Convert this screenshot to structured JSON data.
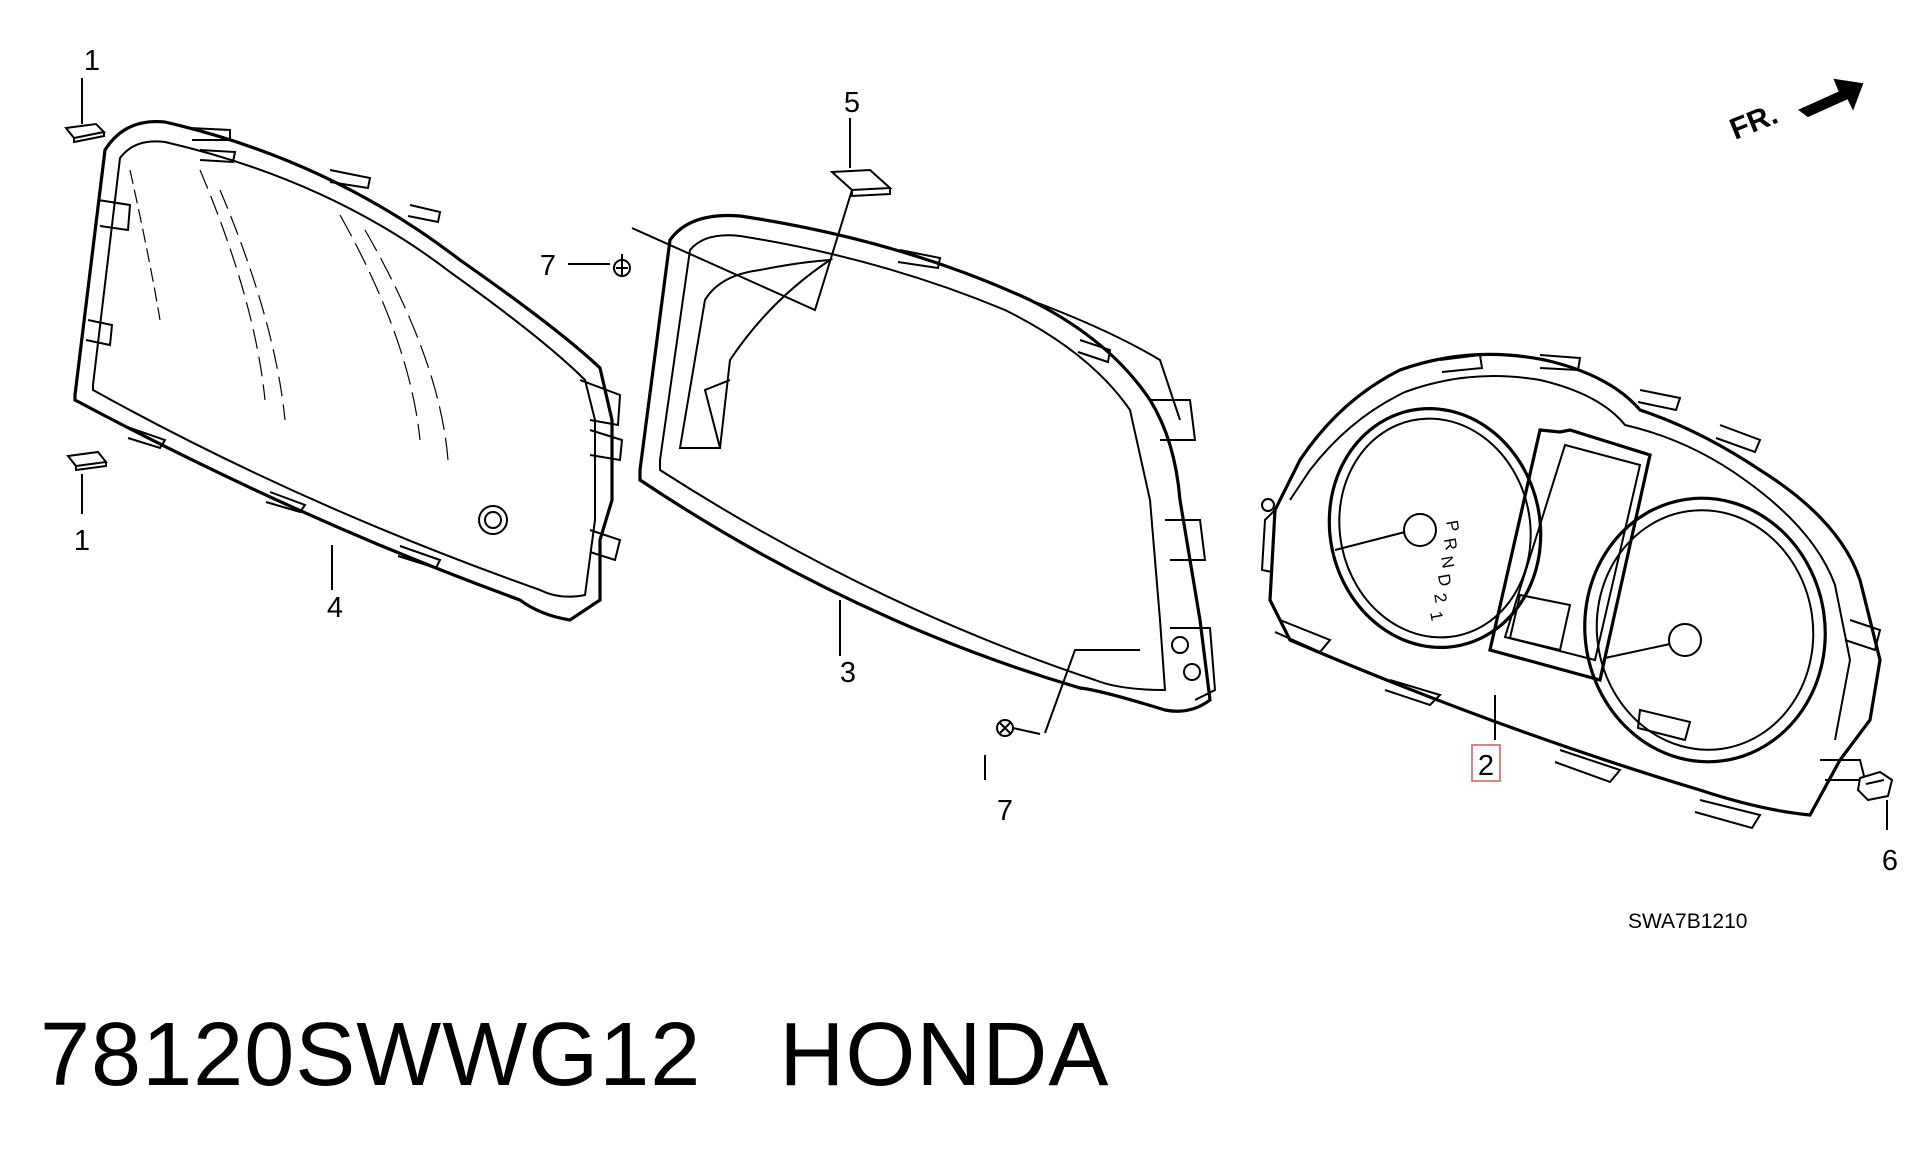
{
  "direction_label": "FR.",
  "diagram_code": "SWA7B1210",
  "caption": {
    "part_number": "78120SWWG12",
    "brand": "HONDA"
  },
  "callouts": [
    {
      "id": "c1a",
      "label": "1"
    },
    {
      "id": "c1b",
      "label": "1"
    },
    {
      "id": "c2",
      "label": "2",
      "highlighted": true
    },
    {
      "id": "c3",
      "label": "3"
    },
    {
      "id": "c4",
      "label": "4"
    },
    {
      "id": "c5",
      "label": "5"
    },
    {
      "id": "c6",
      "label": "6"
    },
    {
      "id": "c7a",
      "label": "7"
    },
    {
      "id": "c7b",
      "label": "7"
    }
  ],
  "gear_indicator": [
    "P",
    "R",
    "N",
    "D",
    "2",
    "1"
  ],
  "colors": {
    "line": "#000000",
    "highlight": "#e08080",
    "background": "#ffffff"
  }
}
